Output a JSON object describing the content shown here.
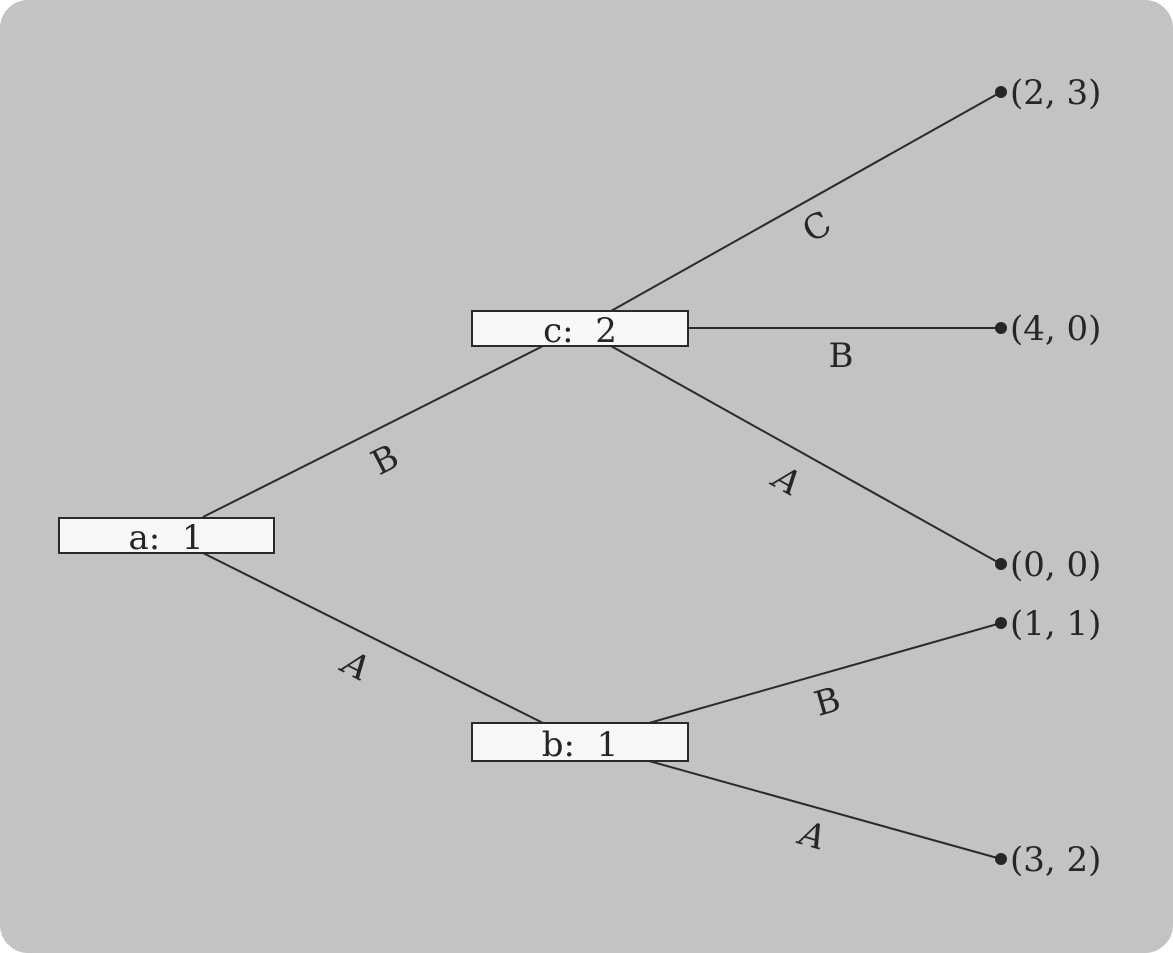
{
  "nodes": {
    "a": {
      "label": "a:  1"
    },
    "c": {
      "label": "c:  2"
    },
    "b": {
      "label": "b:  1"
    }
  },
  "edges": {
    "a_c": {
      "label": "B",
      "italic": false
    },
    "a_b": {
      "label": "A",
      "italic": true
    },
    "c_23": {
      "label": "C",
      "italic": false
    },
    "c_40": {
      "label": "B",
      "italic": false
    },
    "c_00": {
      "label": "A",
      "italic": true
    },
    "b_11": {
      "label": "B",
      "italic": false
    },
    "b_32": {
      "label": "A",
      "italic": true
    }
  },
  "payoffs": {
    "p23": "(2, 3)",
    "p40": "(4, 0)",
    "p00": "(0, 0)",
    "p11": "(1, 1)",
    "p32": "(3, 2)"
  },
  "colors": {
    "panel": "#c3c3c3",
    "box": "#f8f8f8",
    "ink": "#262626"
  }
}
